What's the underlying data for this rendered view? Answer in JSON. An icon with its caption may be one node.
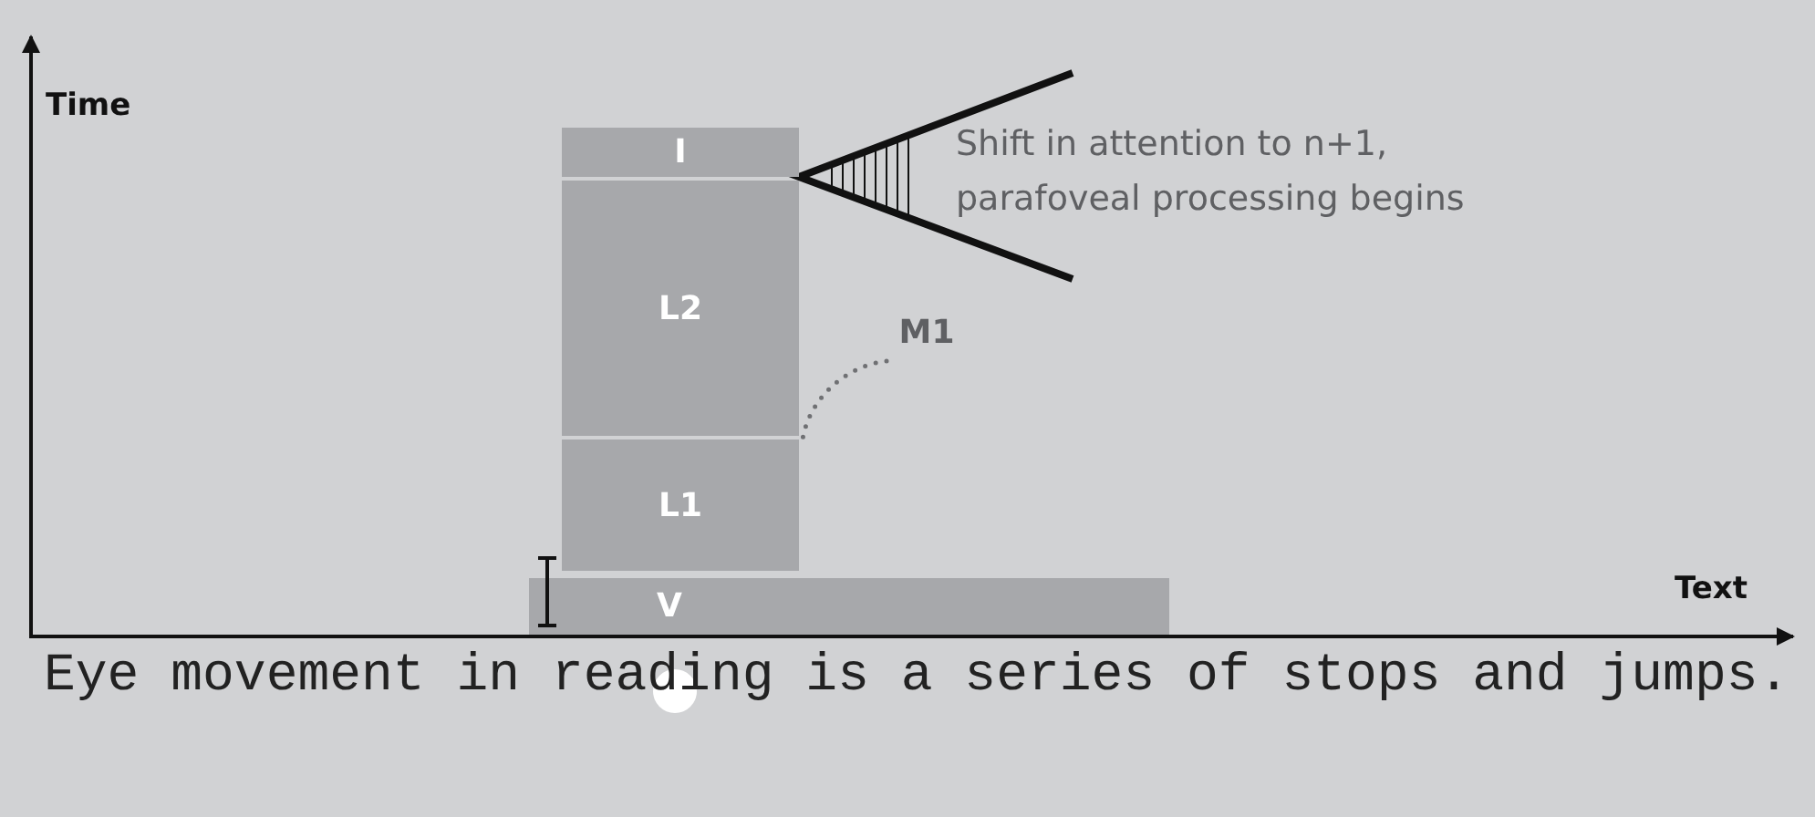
{
  "diagram": {
    "nodes": [
      {
        "text": [
          "I"
        ]
      },
      {
        "text": [
          "L2"
        ]
      },
      {
        "text": [
          "L1"
        ]
      },
      {
        "text": [
          "V"
        ]
      },
      {
        "text": [
          "M1"
        ]
      }
    ],
    "edges": [
      {
        "from": 4,
        "to": 2,
        "arrow": "none",
        "style": "dashed"
      }
    ],
    "labels": [
      "Time",
      "Shift in attention to n+1, parafoveal processing begins",
      "Text",
      "Eye movement in reading is a series of stops and jumps."
    ]
  }
}
